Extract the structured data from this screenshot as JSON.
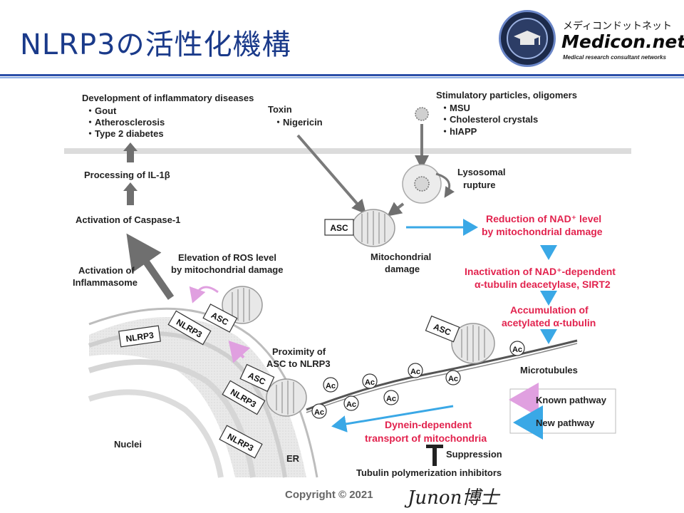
{
  "title": "NLRP3の活性化機構",
  "logo": {
    "name_jp": "メディコンドットネット",
    "name_en": "Medicon.net",
    "tagline": "Medical research consultant networks"
  },
  "footer": {
    "copyright": "Copyright © 2021",
    "signature": "Junon博士"
  },
  "diagram": {
    "diseases": {
      "heading": "Development of inflammatory diseases",
      "items": [
        "・Gout",
        "・Atherosclerosis",
        "・Type 2 diabetes"
      ]
    },
    "processing": "Processing of IL-1β",
    "caspase": "Activation of Caspase-1",
    "inflammasome": [
      "Activation of",
      "Inflammasome"
    ],
    "ros": [
      "Elevation of ROS level",
      "by mitochondrial damage"
    ],
    "toxin": [
      "Toxin",
      "・Nigericin"
    ],
    "particles": {
      "heading": "Stimulatory particles, oligomers",
      "items": [
        "・MSU",
        "・Cholesterol crystals",
        "・hIAPP"
      ]
    },
    "lysosomal": [
      "Lysosomal",
      "rupture"
    ],
    "mito_damage": [
      "Mitochondrial",
      "damage"
    ],
    "red_nad": [
      "Reduction of NAD⁺ level",
      "by mitochondrial damage"
    ],
    "red_sirt": [
      "Inactivation of NAD⁺-dependent",
      "α-tubulin deacetylase, SIRT2"
    ],
    "red_accum": [
      "Accumulation of",
      "acetylated α-tubulin"
    ],
    "microtubules": "Microtubules",
    "proximity": [
      "Proximity of",
      "ASC to NLRP3"
    ],
    "dynein": [
      "Dynein-dependent",
      "transport of mitochondria"
    ],
    "suppression": "Suppression",
    "inhibitors": "Tubulin polymerization inhibitors",
    "nuclei": "Nuclei",
    "er": "ER",
    "asc": "ASC",
    "nlrp3": "NLRP3",
    "ac": "Ac",
    "legend": {
      "known": "Known pathway",
      "new": "New pathway",
      "known_color": "#d89ad8",
      "new_color": "#3aa8e6"
    },
    "red_color": "#e2234e"
  }
}
